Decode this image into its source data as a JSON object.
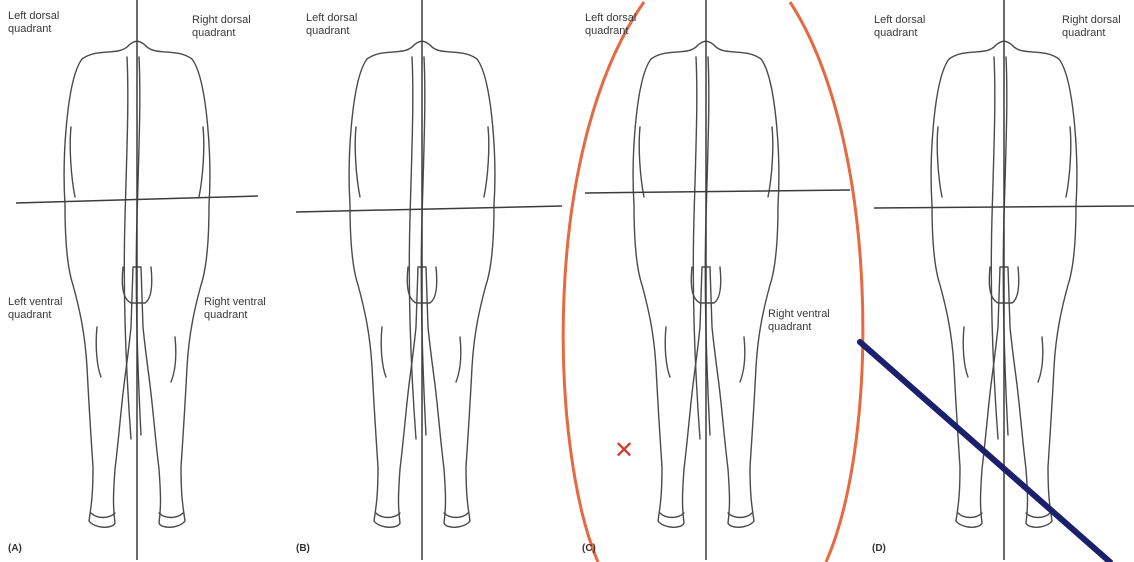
{
  "panels": [
    {
      "letter": "(A)",
      "labels": {
        "left_dorsal": "Left dorsal\nquadrant",
        "right_dorsal": "Right dorsal\nquadrant",
        "left_ventral": "Left ventral\nquadrant",
        "right_ventral": "Right ventral\nquadrant"
      }
    },
    {
      "letter": "(B)",
      "labels": {
        "left_dorsal": "Left dorsal\nquadrant"
      }
    },
    {
      "letter": "(C)",
      "labels": {
        "left_dorsal": "Left dorsal\nquadrant",
        "right_ventral": "Right ventral\nquadrant"
      },
      "annotations": {
        "mark": "✕"
      }
    },
    {
      "letter": "(D)",
      "labels": {
        "left_dorsal": "Left dorsal\nquadrant",
        "right_dorsal": "Right dorsal\nquadrant"
      }
    }
  ],
  "colors": {
    "outline": "#4a4a4a",
    "axis": "#3c3c3c",
    "ellipse": "#e8683f",
    "mark": "#d23b2e",
    "diagonal": "#1c1f6b"
  }
}
